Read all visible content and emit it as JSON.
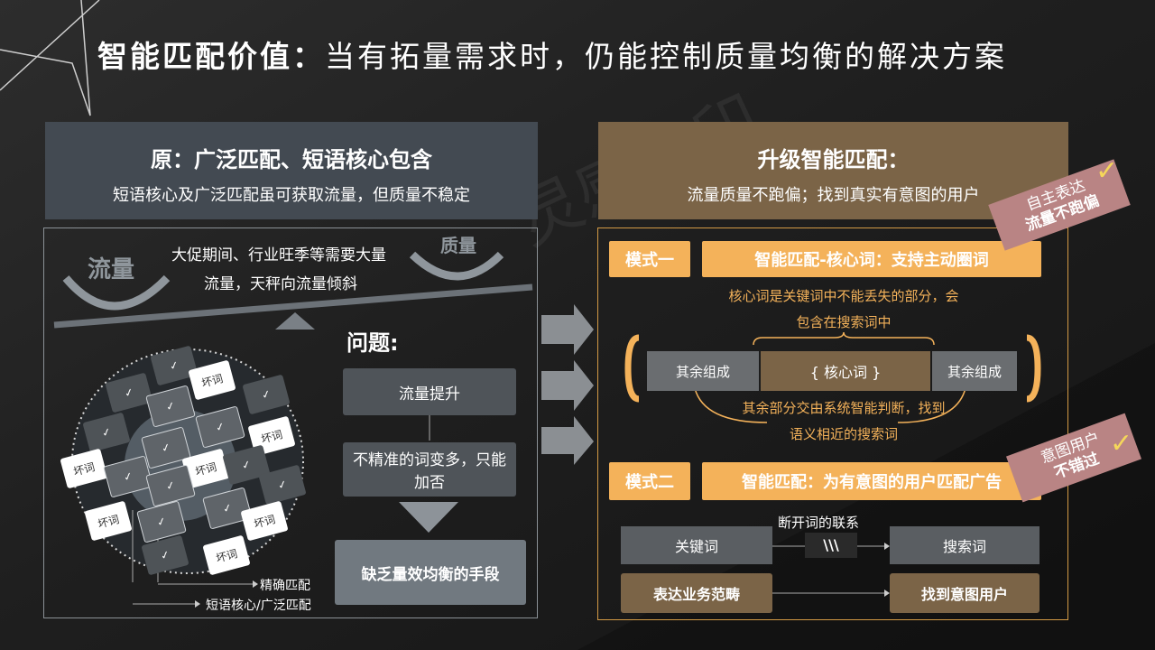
{
  "title": {
    "bold": "智能匹配价值：",
    "rest": "当有拓量需求时，仍能控制质量均衡的解决方案"
  },
  "watermark": "灵感水印",
  "left": {
    "header_title": "原：广泛匹配、短语核心包含",
    "header_sub": "短语核心及广泛匹配虽可获取流量，但质量不稳定",
    "scale_left": "流量",
    "scale_right": "质量",
    "scale_desc_1": "大促期间、行业旺季等需要大量",
    "scale_desc_2": "流量，天秤向流量倾斜",
    "problem_label": "问题:",
    "step1": "流量提升",
    "step2": "不精准的词变多，只能加否",
    "conclusion": "缺乏量效均衡的手段",
    "bad_word": "坏词",
    "check_mark": "✓",
    "legend_exact": "精确匹配",
    "legend_phrase": "短语核心/广泛匹配"
  },
  "right": {
    "header_title": "升级智能匹配：",
    "header_sub": "流量质量不跑偏；找到真实有意图的用户",
    "mode1_label": "模式一",
    "mode1_title": "智能匹配-核心词：支持主动圈词",
    "mode1_desc_1": "核心词是关键词中不能丢失的部分，会",
    "mode1_desc_2": "包含在搜索词中",
    "cell_left": "其余组成",
    "cell_mid": "{ 核心词 }",
    "cell_right": "其余组成",
    "mode1_note_1": "其余部分交由系统智能判断，找到",
    "mode1_note_2": "语义相近的搜索词",
    "mode2_label": "模式二",
    "mode2_title": "智能匹配：为有意图的用户匹配广告",
    "break_label": "断开词的联系",
    "break_symbol": "\\\\\\",
    "keyword": "关键词",
    "search_word": "搜索词",
    "express": "表达业务范畴",
    "find_user": "找到意图用户",
    "tag1_line1": "自主表达",
    "tag1_line2": "流量不跑偏",
    "tag2_line1": "意图用户",
    "tag2_line2": "不错过",
    "check": "✓"
  },
  "colors": {
    "gold": "#f4b25a",
    "brown": "#7b6447",
    "slate": "#434a52",
    "pink": "#b98484"
  }
}
